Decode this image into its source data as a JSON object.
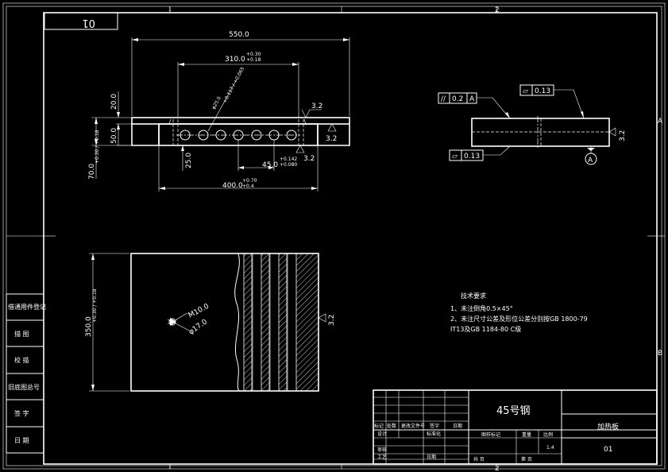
{
  "frame": {
    "zone_top": [
      "1",
      "2"
    ],
    "zone_bottom": [
      "1",
      "2"
    ],
    "zone_right": [
      "A",
      "B"
    ],
    "corner_label": "01"
  },
  "front_view": {
    "dims": {
      "overall_length": "550.0",
      "hole_span": "310.0",
      "hole_span_tol_upper": "+0.30",
      "hole_span_tol_lower": "+0.18",
      "hole_dia": "φ25.0",
      "hole_dia_tol": "+0.117 / +0.065",
      "height_20": "20.0",
      "height_50": "50.0",
      "height_70": "70.0",
      "height_70_tol": "+0.30 / +0.18",
      "depth_25": "25.0",
      "pitch": "45.0",
      "pitch_tol_upper": "+0.142",
      "pitch_tol_lower": "+0.080",
      "base_width": "400.0",
      "base_width_tol_upper": "+0.70",
      "base_width_tol_lower": "+0.4"
    },
    "roughness": [
      "3.2",
      "3.2",
      "3.2"
    ]
  },
  "section_view": {
    "parallelism": {
      "symbol": "//",
      "value": "0.2",
      "datum": "A"
    },
    "flatness_top": {
      "symbol": "▱",
      "value": "0.13"
    },
    "flatness_bottom": {
      "symbol": "▱",
      "value": "0.13"
    },
    "datum_label": "A",
    "roughness": "3.2"
  },
  "top_view": {
    "width_dim": "350.0",
    "width_tol": "+0.30 / +0.18",
    "thread": "M10.0",
    "counterbore": "φ17.0",
    "roughness": "3.2"
  },
  "notes": {
    "title": "技术要求",
    "lines": [
      "1、未注倒角0.5×45°",
      "2、未注尺寸公差及形位公差分别按GB 1800-79",
      "IT13及GB 1184-80 C级"
    ]
  },
  "side_table": {
    "rows": [
      "借通用件登记",
      "描 图",
      "校 描",
      "旧底图总号",
      "签 字",
      "日 期"
    ]
  },
  "title_block": {
    "material": "45号钢",
    "part_name": "加热板",
    "drawing_no": "01",
    "header_labels": [
      "标记",
      "处数",
      "更改文件号",
      "签字",
      "日期"
    ],
    "row_labels": [
      "设计",
      "审核",
      "工艺"
    ],
    "sig_text": "标准化",
    "date_label": "日期",
    "stage_label": "图样标记",
    "weight_label": "重量",
    "scale_label": "比例",
    "scale_value": "1:4",
    "sheet_total": "共 页",
    "sheet_num": "第 页"
  }
}
